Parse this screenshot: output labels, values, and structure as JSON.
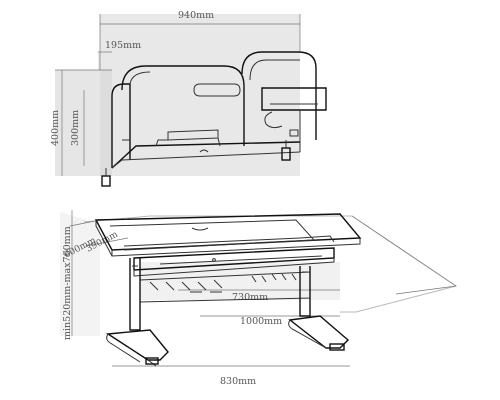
{
  "dimensions": {
    "width_top": "940mm",
    "shelf_depth": "195mm",
    "height_total": "400mm",
    "height_shelf": "300mm",
    "desk_depth": "600mm",
    "inner_depth": "390mm",
    "height_range": "min520mm-max760mm",
    "drawer_width": "730mm",
    "desk_width": "1000mm",
    "base_width": "830mm"
  }
}
